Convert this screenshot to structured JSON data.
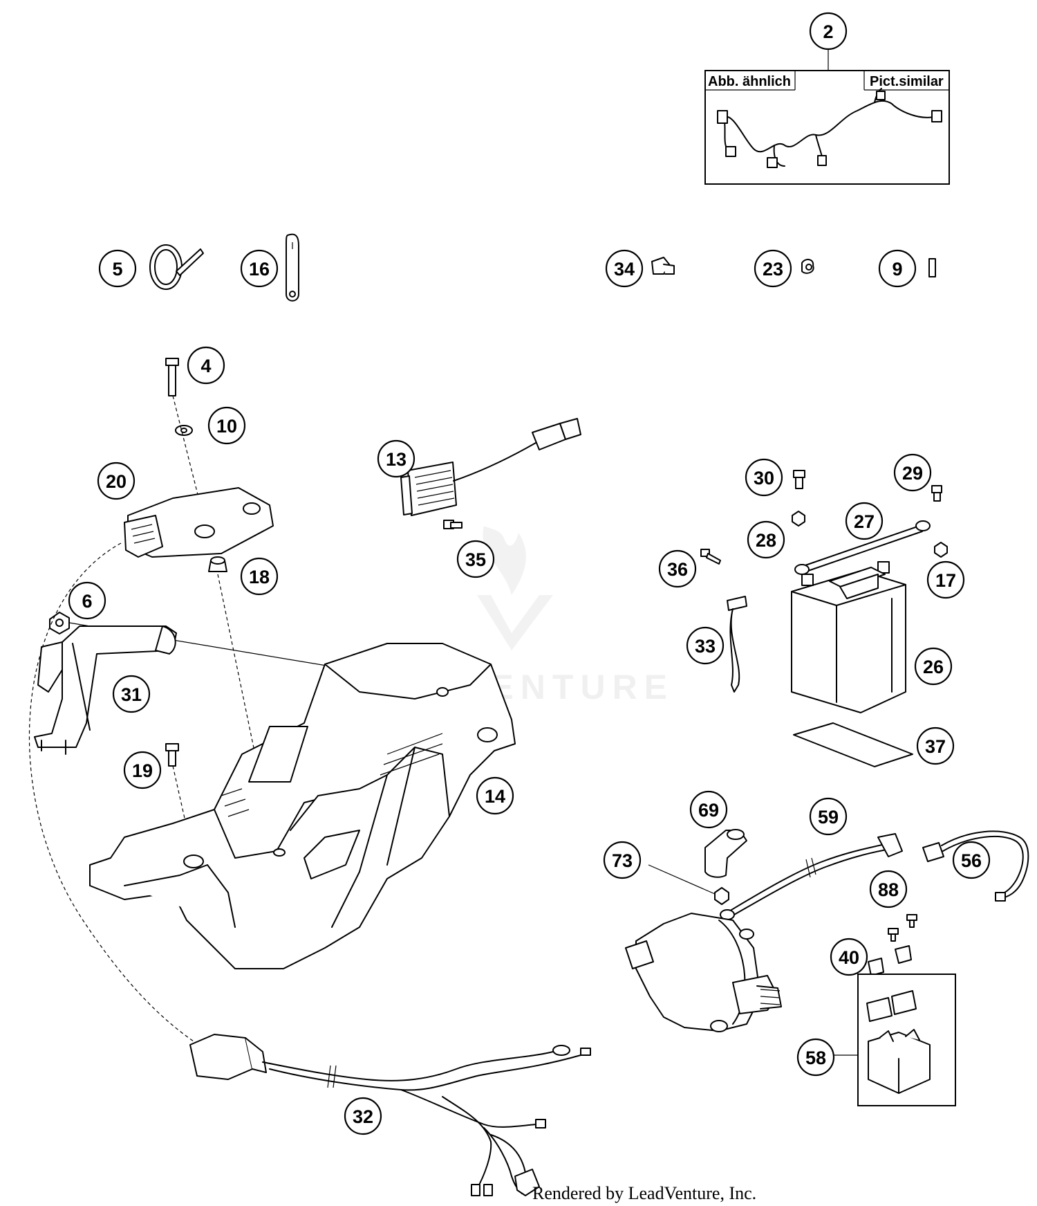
{
  "inset": {
    "label_left": "Abb. ähnlich",
    "label_right": "Pict.similar"
  },
  "watermark": "LEADVENTURE",
  "credit": "Rendered by LeadVenture, Inc.",
  "callouts": [
    {
      "id": "2",
      "label": "2"
    },
    {
      "id": "5",
      "label": "5"
    },
    {
      "id": "16",
      "label": "16"
    },
    {
      "id": "34",
      "label": "34"
    },
    {
      "id": "23",
      "label": "23"
    },
    {
      "id": "9",
      "label": "9"
    },
    {
      "id": "4",
      "label": "4"
    },
    {
      "id": "10",
      "label": "10"
    },
    {
      "id": "20",
      "label": "20"
    },
    {
      "id": "13",
      "label": "13"
    },
    {
      "id": "35",
      "label": "35"
    },
    {
      "id": "18",
      "label": "18"
    },
    {
      "id": "6",
      "label": "6"
    },
    {
      "id": "31",
      "label": "31"
    },
    {
      "id": "19",
      "label": "19"
    },
    {
      "id": "14",
      "label": "14"
    },
    {
      "id": "30",
      "label": "30"
    },
    {
      "id": "29",
      "label": "29"
    },
    {
      "id": "27",
      "label": "27"
    },
    {
      "id": "28",
      "label": "28"
    },
    {
      "id": "36",
      "label": "36"
    },
    {
      "id": "17",
      "label": "17"
    },
    {
      "id": "33",
      "label": "33"
    },
    {
      "id": "26",
      "label": "26"
    },
    {
      "id": "37",
      "label": "37"
    },
    {
      "id": "69",
      "label": "69"
    },
    {
      "id": "59",
      "label": "59"
    },
    {
      "id": "73",
      "label": "73"
    },
    {
      "id": "56",
      "label": "56"
    },
    {
      "id": "88",
      "label": "88"
    },
    {
      "id": "40",
      "label": "40"
    },
    {
      "id": "58",
      "label": "58"
    },
    {
      "id": "32",
      "label": "32"
    }
  ]
}
